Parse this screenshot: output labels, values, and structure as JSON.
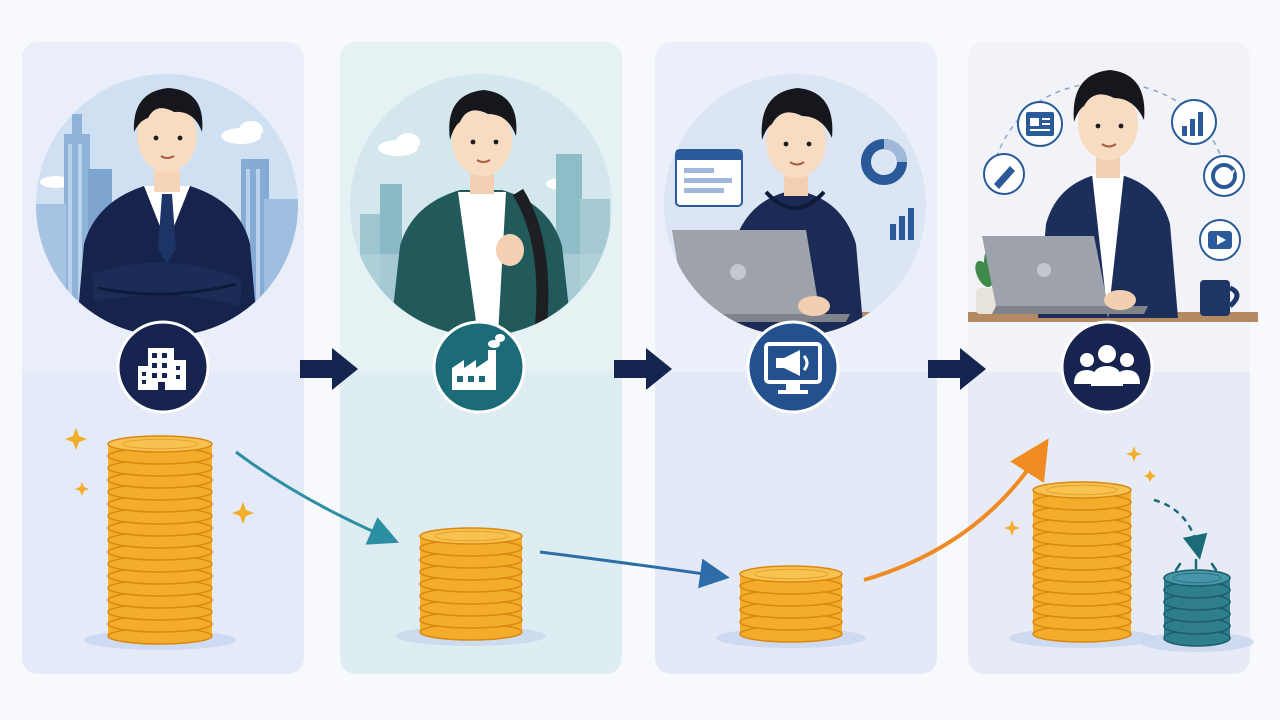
{
  "stages": [
    {
      "id": "stage-1",
      "role": "corporate-employee",
      "icon": "office-building-icon",
      "income_level": "high"
    },
    {
      "id": "stage-2",
      "role": "factory-worker",
      "icon": "factory-icon",
      "income_level": "medium"
    },
    {
      "id": "stage-3",
      "role": "digital-marketer",
      "icon": "megaphone-monitor-icon",
      "income_level": "low"
    },
    {
      "id": "stage-4",
      "role": "freelancer-community",
      "icon": "group-people-icon",
      "income_level": "rising"
    }
  ],
  "colors": {
    "navy": "#14254f",
    "teal": "#1c6b78",
    "coin_gold": "#f4ad2b",
    "coin_edge": "#d98812",
    "coin_top": "#f8c251",
    "teal_coin": "#2f7e8e",
    "arrow_orange": "#f08a22",
    "arrow_teal": "#2c8fa3",
    "arrow_blue": "#2d6da8"
  }
}
